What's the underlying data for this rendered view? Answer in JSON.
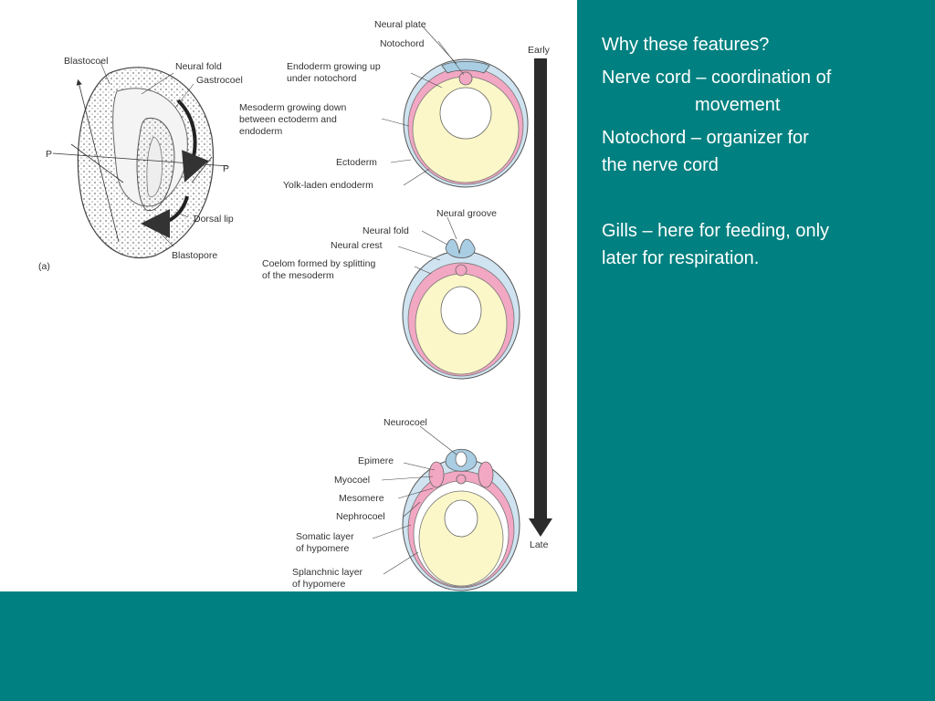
{
  "slide": {
    "background_color": "#008080",
    "text_color": "#ffffff"
  },
  "text": {
    "heading": "Why these features?",
    "nerve_cord_line1": "Nerve cord – coordination of",
    "nerve_cord_line2": "movement",
    "notochord_line1": "Notochord – organizer for",
    "notochord_line2": "the nerve cord",
    "gills_line1": "Gills – here for feeding, only",
    "gills_line2": "later for respiration."
  },
  "figure": {
    "panel_letter": "(a)",
    "gastrula_labels": {
      "blastocoel": "Blastocoel",
      "neural_fold": "Neural fold",
      "gastrocoel": "Gastrocoel",
      "p_left": "P",
      "p_right": "P",
      "dorsal_lip": "Dorsal lip",
      "blastopore": "Blastopore"
    },
    "timeline": {
      "early": "Early",
      "late": "Late"
    },
    "stage1": {
      "neural_plate": "Neural plate",
      "notochord": "Notochord",
      "endoderm_growing_1": "Endoderm growing up",
      "endoderm_growing_2": "under notochord",
      "mesoderm_growing_1": "Mesoderm growing down",
      "mesoderm_growing_2": "between ectoderm and",
      "mesoderm_growing_3": "endoderm",
      "ectoderm": "Ectoderm",
      "yolk_laden": "Yolk-laden endoderm"
    },
    "stage2": {
      "neural_groove": "Neural groove",
      "neural_fold": "Neural fold",
      "neural_crest": "Neural crest",
      "coelom_1": "Coelom formed by splitting",
      "coelom_2": "of the mesoderm"
    },
    "stage3": {
      "neurocoel": "Neurocoel",
      "epimere": "Epimere",
      "myocoel": "Myocoel",
      "mesomere": "Mesomere",
      "nephrocoel": "Nephrocoel",
      "somatic_1": "Somatic layer",
      "somatic_2": "of hypomere",
      "splanchnic_1": "Splanchnic layer",
      "splanchnic_2": "of hypomere"
    },
    "colors": {
      "mesoderm_pink": "#f2a7c3",
      "ectoderm_blue": "#cfe3f0",
      "yolk_yellow": "#fbf7c8",
      "outline": "#555555"
    }
  }
}
